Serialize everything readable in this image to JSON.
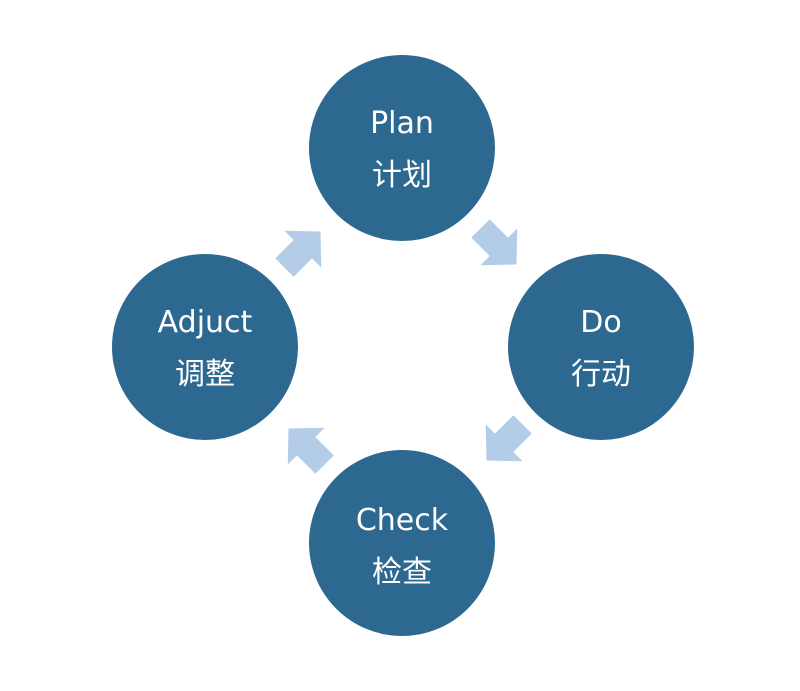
{
  "colors": {
    "node_fill": "#2d6890",
    "node_text": "#ffffff",
    "arrow_fill": "#b3cce8",
    "background": "#ffffff"
  },
  "cycle": {
    "nodes": [
      {
        "id": "plan",
        "label_en": "Plan",
        "label_zh": "计划"
      },
      {
        "id": "do",
        "label_en": "Do",
        "label_zh": "行动"
      },
      {
        "id": "check",
        "label_en": "Check",
        "label_zh": "检查"
      },
      {
        "id": "adjust",
        "label_en": "Adjuct",
        "label_zh": "调整"
      }
    ],
    "arrows": [
      {
        "from": "plan",
        "to": "do",
        "direction": "down-right"
      },
      {
        "from": "do",
        "to": "check",
        "direction": "down-left"
      },
      {
        "from": "check",
        "to": "adjust",
        "direction": "up-left"
      },
      {
        "from": "adjust",
        "to": "plan",
        "direction": "up-right"
      }
    ]
  }
}
